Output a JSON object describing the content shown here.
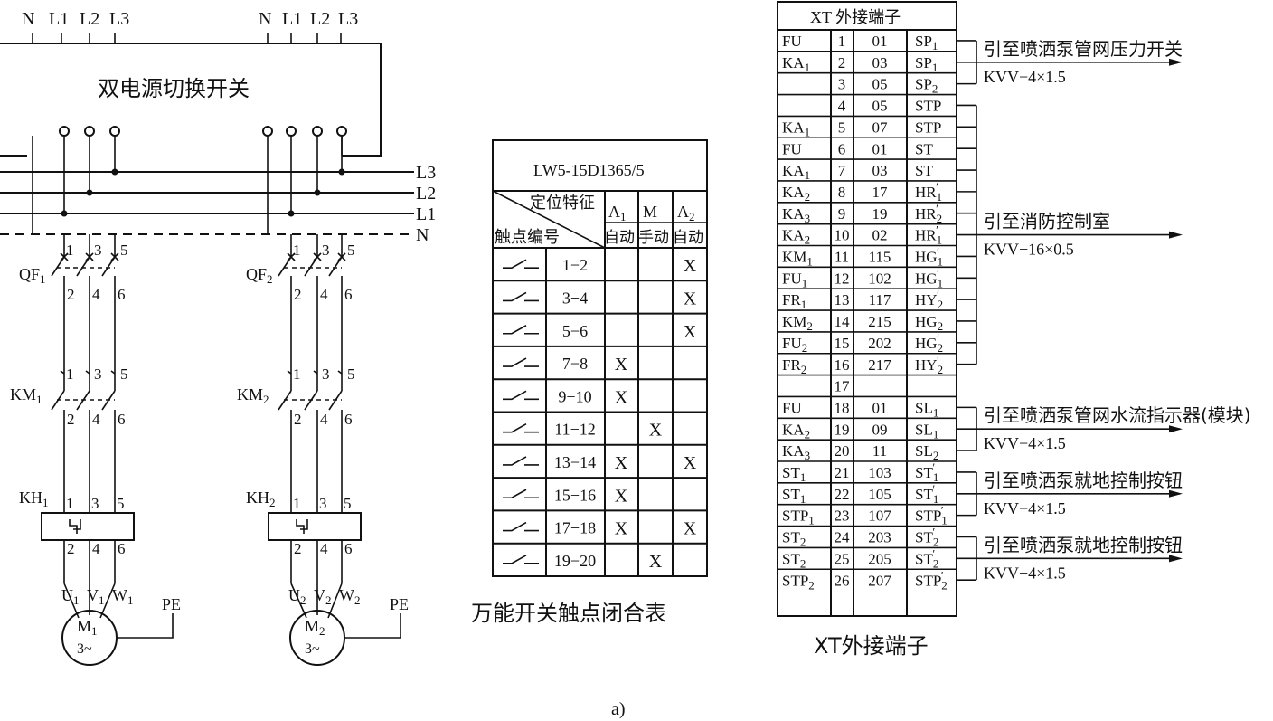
{
  "power_labels": {
    "left": [
      "N",
      "L1",
      "L2",
      "L3"
    ],
    "right": [
      "N",
      "L1",
      "L2",
      "L3"
    ]
  },
  "switch_box_label": "双电源切换开关",
  "bus_labels": [
    "L3",
    "L2",
    "L1",
    "N"
  ],
  "branches": [
    {
      "breaker": "QF",
      "breaker_sub": "1",
      "contactor": "KM",
      "contactor_sub": "1",
      "relay": "KH",
      "relay_sub": "1",
      "top_terms": [
        "1",
        "3",
        "5"
      ],
      "bottom_terms": [
        "2",
        "4",
        "6"
      ],
      "phases": [
        {
          "l": "U",
          "s": "1"
        },
        {
          "l": "V",
          "s": "1"
        },
        {
          "l": "W",
          "s": "1"
        }
      ],
      "motor": "M",
      "motor_sub": "1",
      "motor_type": "3~",
      "pe": "PE"
    },
    {
      "breaker": "QF",
      "breaker_sub": "2",
      "contactor": "KM",
      "contactor_sub": "2",
      "relay": "KH",
      "relay_sub": "2",
      "top_terms": [
        "1",
        "3",
        "5"
      ],
      "bottom_terms": [
        "2",
        "4",
        "6"
      ],
      "phases": [
        {
          "l": "U",
          "s": "2"
        },
        {
          "l": "V",
          "s": "2"
        },
        {
          "l": "W",
          "s": "2"
        }
      ],
      "motor": "M",
      "motor_sub": "2",
      "motor_type": "3~",
      "pe": "PE"
    }
  ],
  "switch_table": {
    "title": "LW5-15D1365/5",
    "header_top": "定位特征",
    "header_bottom": "触点编号",
    "positions": [
      {
        "pos": "A",
        "pos_sub": "1",
        "mode": "自动"
      },
      {
        "pos": "M",
        "pos_sub": "",
        "mode": "手动"
      },
      {
        "pos": "A",
        "pos_sub": "2",
        "mode": "自动"
      }
    ],
    "rows": [
      {
        "contact": "1−2",
        "marks": [
          "",
          "",
          "X"
        ]
      },
      {
        "contact": "3−4",
        "marks": [
          "",
          "",
          "X"
        ]
      },
      {
        "contact": "5−6",
        "marks": [
          "",
          "",
          "X"
        ]
      },
      {
        "contact": "7−8",
        "marks": [
          "X",
          "",
          ""
        ]
      },
      {
        "contact": "9−10",
        "marks": [
          "X",
          "",
          ""
        ]
      },
      {
        "contact": "11−12",
        "marks": [
          "",
          "X",
          ""
        ]
      },
      {
        "contact": "13−14",
        "marks": [
          "X",
          "",
          "X"
        ]
      },
      {
        "contact": "15−16",
        "marks": [
          "X",
          "",
          ""
        ]
      },
      {
        "contact": "17−18",
        "marks": [
          "X",
          "",
          "X"
        ]
      },
      {
        "contact": "19−20",
        "marks": [
          "",
          "X",
          ""
        ]
      }
    ],
    "caption": "万能开关触点闭合表"
  },
  "terminal_table": {
    "title": "XT 外接端子",
    "caption": "XT外接端子",
    "rows": [
      {
        "dev": "FU",
        "dsub": "",
        "no": "1",
        "wire": "01",
        "term": "SP",
        "tsub": "1",
        "tprime": ""
      },
      {
        "dev": "KA",
        "dsub": "1",
        "no": "2",
        "wire": "03",
        "term": "SP",
        "tsub": "1",
        "tprime": ""
      },
      {
        "dev": "",
        "dsub": "",
        "no": "3",
        "wire": "05",
        "term": "SP",
        "tsub": "2",
        "tprime": ""
      },
      {
        "dev": "",
        "dsub": "",
        "no": "4",
        "wire": "05",
        "term": "STP",
        "tsub": "",
        "tprime": ""
      },
      {
        "dev": "KA",
        "dsub": "1",
        "no": "5",
        "wire": "07",
        "term": "STP",
        "tsub": "",
        "tprime": ""
      },
      {
        "dev": "FU",
        "dsub": "",
        "no": "6",
        "wire": "01",
        "term": "ST",
        "tsub": "",
        "tprime": ""
      },
      {
        "dev": "KA",
        "dsub": "1",
        "no": "7",
        "wire": "03",
        "term": "ST",
        "tsub": "",
        "tprime": ""
      },
      {
        "dev": "KA",
        "dsub": "2",
        "no": "8",
        "wire": "17",
        "term": "HR",
        "tsub": "1",
        "tprime": "′"
      },
      {
        "dev": "KA",
        "dsub": "3",
        "no": "9",
        "wire": "19",
        "term": "HR",
        "tsub": "2",
        "tprime": "′"
      },
      {
        "dev": "KA",
        "dsub": "2",
        "no": "10",
        "wire": "02",
        "term": "HR",
        "tsub": "1",
        "tprime": "′"
      },
      {
        "dev": "KM",
        "dsub": "1",
        "no": "11",
        "wire": "115",
        "term": "HG",
        "tsub": "1",
        "tprime": "′"
      },
      {
        "dev": "FU",
        "dsub": "1",
        "no": "12",
        "wire": "102",
        "term": "HG",
        "tsub": "1",
        "tprime": "′"
      },
      {
        "dev": "FR",
        "dsub": "1",
        "no": "13",
        "wire": "117",
        "term": "HY",
        "tsub": "2",
        "tprime": "′"
      },
      {
        "dev": "KM",
        "dsub": "2",
        "no": "14",
        "wire": "215",
        "term": "HG",
        "tsub": "2",
        "tprime": ""
      },
      {
        "dev": "FU",
        "dsub": "2",
        "no": "15",
        "wire": "202",
        "term": "HG",
        "tsub": "2",
        "tprime": "′"
      },
      {
        "dev": "FR",
        "dsub": "2",
        "no": "16",
        "wire": "217",
        "term": "HY",
        "tsub": "2",
        "tprime": "′"
      },
      {
        "dev": "",
        "dsub": "",
        "no": "17",
        "wire": "",
        "term": "",
        "tsub": "",
        "tprime": ""
      },
      {
        "dev": "FU",
        "dsub": "",
        "no": "18",
        "wire": "01",
        "term": "SL",
        "tsub": "1",
        "tprime": ""
      },
      {
        "dev": "KA",
        "dsub": "2",
        "no": "19",
        "wire": "09",
        "term": "SL",
        "tsub": "1",
        "tprime": ""
      },
      {
        "dev": "KA",
        "dsub": "3",
        "no": "20",
        "wire": "11",
        "term": "SL",
        "tsub": "2",
        "tprime": ""
      },
      {
        "dev": "ST",
        "dsub": "1",
        "no": "21",
        "wire": "103",
        "term": "ST",
        "tsub": "1",
        "tprime": "′"
      },
      {
        "dev": "ST",
        "dsub": "1",
        "no": "22",
        "wire": "105",
        "term": "ST",
        "tsub": "1",
        "tprime": "′"
      },
      {
        "dev": "STP",
        "dsub": "1",
        "no": "23",
        "wire": "107",
        "term": "STP",
        "tsub": "1",
        "tprime": "′"
      },
      {
        "dev": "ST",
        "dsub": "2",
        "no": "24",
        "wire": "203",
        "term": "ST",
        "tsub": "2",
        "tprime": "′"
      },
      {
        "dev": "ST",
        "dsub": "2",
        "no": "25",
        "wire": "205",
        "term": "ST",
        "tsub": "2",
        "tprime": "′"
      },
      {
        "dev": "STP",
        "dsub": "2",
        "no": "26",
        "wire": "207",
        "term": "STP",
        "tsub": "2",
        "tprime": "′"
      }
    ],
    "groups": [
      {
        "rows": [
          0,
          2
        ],
        "label": "引至喷洒泵管网压力开关",
        "cable": "KVV−4×1.5"
      },
      {
        "rows": [
          3,
          15
        ],
        "label": "引至消防控制室",
        "cable": "KVV−16×0.5"
      },
      {
        "rows": [
          17,
          19
        ],
        "label": "引至喷洒泵管网水流指示器(模块)",
        "cable": "KVV−4×1.5"
      },
      {
        "rows": [
          20,
          22
        ],
        "label": "引至喷洒泵就地控制按钮",
        "cable": "KVV−4×1.5"
      },
      {
        "rows": [
          23,
          25
        ],
        "label": "引至喷洒泵就地控制按钮",
        "cable": "KVV−4×1.5"
      }
    ]
  },
  "figure_label": "a)"
}
